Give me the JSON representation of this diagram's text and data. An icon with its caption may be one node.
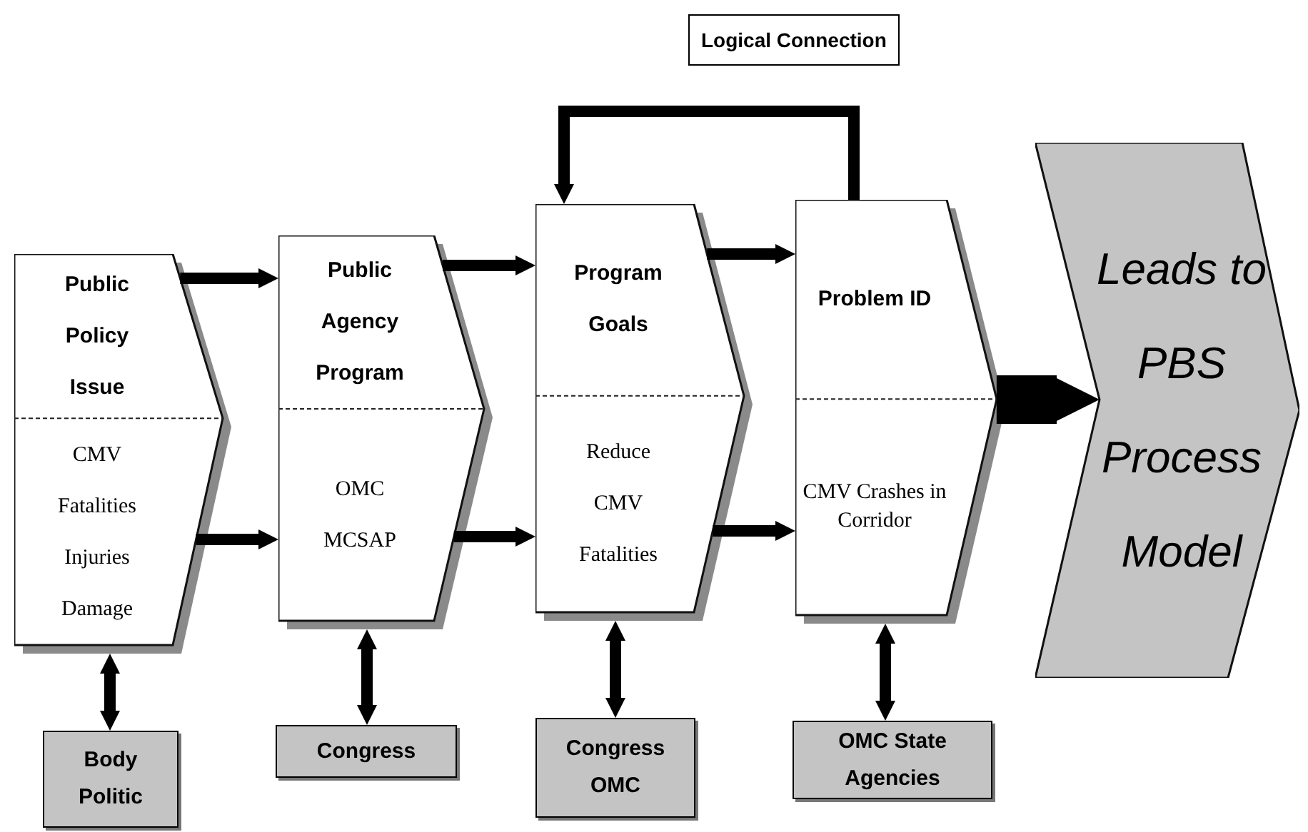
{
  "diagram": {
    "nodes": [
      {
        "text": [
          "Logical Connection"
        ]
      },
      {
        "text": [
          "Public Policy Issue",
          "CMV Fatalities Injuries Damage"
        ]
      },
      {
        "text": [
          "Public Agency Program",
          "OMC MCSAP"
        ]
      },
      {
        "text": [
          "Program Goals",
          "Reduce CMV Fatalities"
        ]
      },
      {
        "text": [
          "Problem ID",
          "CMV Crashes in Corridor"
        ]
      },
      {
        "text": [
          "Leads to PBS Process Model"
        ]
      },
      {
        "text": [
          "Body Politic"
        ]
      },
      {
        "text": [
          "Congress"
        ]
      },
      {
        "text": [
          "Congress OMC"
        ]
      },
      {
        "text": [
          "OMC State Agencies"
        ]
      }
    ],
    "edges": [
      {
        "from": 1,
        "to": 2,
        "arrow": "to"
      },
      {
        "from": 1,
        "to": 2,
        "arrow": "to"
      },
      {
        "from": 2,
        "to": 3,
        "arrow": "to"
      },
      {
        "from": 2,
        "to": 3,
        "arrow": "to"
      },
      {
        "from": 3,
        "to": 4,
        "arrow": "to"
      },
      {
        "from": 3,
        "to": 4,
        "arrow": "to"
      },
      {
        "from": 4,
        "to": 5,
        "arrow": "to",
        "style": "thick"
      },
      {
        "from": 4,
        "to": 3,
        "arrow": "to"
      },
      {
        "from": 1,
        "to": 6,
        "arrow": "both"
      },
      {
        "from": 2,
        "to": 7,
        "arrow": "both"
      },
      {
        "from": 3,
        "to": 8,
        "arrow": "both"
      },
      {
        "from": 4,
        "to": 9,
        "arrow": "both"
      }
    ]
  }
}
